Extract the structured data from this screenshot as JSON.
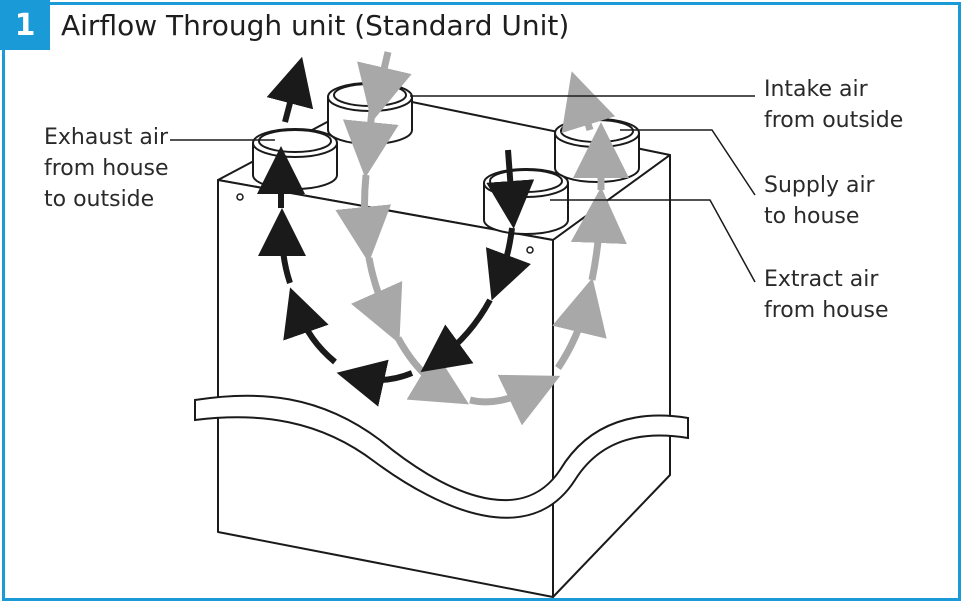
{
  "step_number": "1",
  "title": "Airflow Through unit (Standard Unit)",
  "labels": {
    "exhaust": [
      "Exhaust air",
      "from house",
      "to outside"
    ],
    "intake": [
      "Intake air",
      "from outside"
    ],
    "supply": [
      "Supply air",
      "to house"
    ],
    "extract": [
      "Extract air",
      "from house"
    ]
  },
  "colors": {
    "frame": "#1a9bd7",
    "dark_arrow": "#1a1a1a",
    "light_arrow": "#a8a8a8"
  }
}
